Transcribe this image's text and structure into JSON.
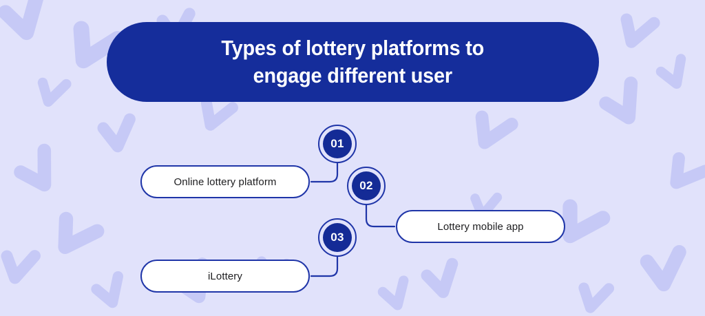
{
  "theme": {
    "background_color": "#e1e2fb",
    "pattern_color": "#c4c8f6",
    "brand_navy": "#152d9b",
    "badge_navy": "#142b96",
    "outline_navy": "#1f35a8",
    "pill_background": "#ffffff",
    "pill_text_color": "#1d1d1f",
    "title_text_color": "#ffffff"
  },
  "header": {
    "title": "Types of lottery platforms to\nengage different user",
    "title_line_1": "Types of lottery platforms to",
    "title_line_2": "engage different user"
  },
  "items": [
    {
      "number": "01",
      "label": "Online lottery platform",
      "side": "left"
    },
    {
      "number": "02",
      "label": "Lottery mobile app",
      "side": "right"
    },
    {
      "number": "03",
      "label": "iLottery",
      "side": "left"
    }
  ]
}
